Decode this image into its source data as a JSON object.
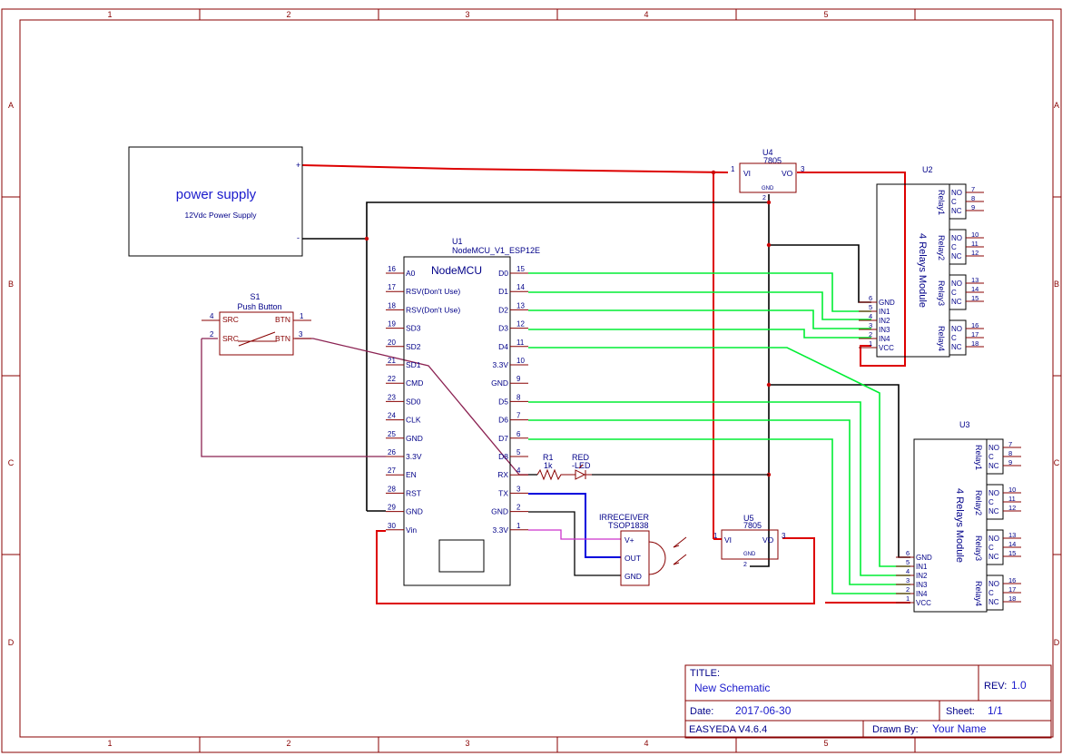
{
  "frame": {
    "columns": [
      "1",
      "2",
      "3",
      "4",
      "5"
    ],
    "rows": [
      "A",
      "B",
      "C",
      "D"
    ]
  },
  "power_supply": {
    "title": "power supply",
    "subtitle": "12Vdc Power Supply",
    "plus": "+",
    "minus": "-"
  },
  "button": {
    "ref": "S1",
    "name": "Push Button",
    "pin_4_num": "4",
    "pin_1_num": "1",
    "pin_2_num": "2",
    "pin_3_num": "3",
    "pin_src_top": "SRC",
    "pin_btn_top": "BTN",
    "pin_src_bot": "SRC",
    "pin_btn_bot": "BTN"
  },
  "mcu": {
    "ref": "U1",
    "part": "NodeMCU_V1_ESP12E",
    "title": "NodeMCU",
    "left_pins": [
      {
        "num": "16",
        "label": "A0"
      },
      {
        "num": "17",
        "label": "RSV(Don't Use)"
      },
      {
        "num": "18",
        "label": "RSV(Don't Use)"
      },
      {
        "num": "19",
        "label": "SD3"
      },
      {
        "num": "20",
        "label": "SD2"
      },
      {
        "num": "21",
        "label": "SD1"
      },
      {
        "num": "22",
        "label": "CMD"
      },
      {
        "num": "23",
        "label": "SD0"
      },
      {
        "num": "24",
        "label": "CLK"
      },
      {
        "num": "25",
        "label": "GND"
      },
      {
        "num": "26",
        "label": "3.3V"
      },
      {
        "num": "27",
        "label": "EN"
      },
      {
        "num": "28",
        "label": "RST"
      },
      {
        "num": "29",
        "label": "GND"
      },
      {
        "num": "30",
        "label": "Vin"
      }
    ],
    "right_pins": [
      {
        "num": "15",
        "label": "D0"
      },
      {
        "num": "14",
        "label": "D1"
      },
      {
        "num": "13",
        "label": "D2"
      },
      {
        "num": "12",
        "label": "D3"
      },
      {
        "num": "11",
        "label": "D4"
      },
      {
        "num": "10",
        "label": "3.3V"
      },
      {
        "num": "9",
        "label": "GND"
      },
      {
        "num": "8",
        "label": "D5"
      },
      {
        "num": "7",
        "label": "D6"
      },
      {
        "num": "6",
        "label": "D7"
      },
      {
        "num": "5",
        "label": "D8"
      },
      {
        "num": "4",
        "label": "RX"
      },
      {
        "num": "3",
        "label": "TX"
      },
      {
        "num": "2",
        "label": "GND"
      },
      {
        "num": "1",
        "label": "3.3V"
      }
    ]
  },
  "reg_u4": {
    "ref": "U4",
    "part": "7805",
    "vi": "VI",
    "vo": "VO",
    "gnd": "GND",
    "pin1": "1",
    "pin2": "2",
    "pin3": "3"
  },
  "reg_u5": {
    "ref": "U5",
    "part": "7805",
    "vi": "VI",
    "vo": "VO",
    "gnd": "GND",
    "pin1": "1",
    "pin2": "2",
    "pin3": "3"
  },
  "resistor": {
    "ref": "R1",
    "value": "1k"
  },
  "led": {
    "ref": "RED",
    "value": "-LED"
  },
  "ir": {
    "ref": "IRRECEIVER",
    "part": "TSOP1838",
    "pins": [
      "V+",
      "OUT",
      "GND"
    ]
  },
  "relay_u2": {
    "ref": "U2",
    "title": "4 Relays Module",
    "pins": [
      {
        "num": "6",
        "label": "GND"
      },
      {
        "num": "5",
        "label": "IN1"
      },
      {
        "num": "4",
        "label": "IN2"
      },
      {
        "num": "3",
        "label": "IN3"
      },
      {
        "num": "2",
        "label": "IN4"
      },
      {
        "num": "1",
        "label": "VCC"
      }
    ],
    "relays": [
      {
        "name": "Relay1",
        "nums": [
          "7",
          "8",
          "9"
        ]
      },
      {
        "name": "Relay2",
        "nums": [
          "10",
          "11",
          "12"
        ]
      },
      {
        "name": "Relay3",
        "nums": [
          "13",
          "14",
          "15"
        ]
      },
      {
        "name": "Relay4",
        "nums": [
          "16",
          "17",
          "18"
        ]
      }
    ],
    "contacts": [
      "NO",
      "C",
      "NC"
    ]
  },
  "relay_u3": {
    "ref": "U3",
    "title": "4 Relays Module",
    "pins": [
      {
        "num": "6",
        "label": "GND"
      },
      {
        "num": "5",
        "label": "IN1"
      },
      {
        "num": "4",
        "label": "IN2"
      },
      {
        "num": "3",
        "label": "IN3"
      },
      {
        "num": "2",
        "label": "IN4"
      },
      {
        "num": "1",
        "label": "VCC"
      }
    ],
    "relays": [
      {
        "name": "Relay1",
        "nums": [
          "7",
          "8",
          "9"
        ]
      },
      {
        "name": "Relay2",
        "nums": [
          "10",
          "11",
          "12"
        ]
      },
      {
        "name": "Relay3",
        "nums": [
          "13",
          "14",
          "15"
        ]
      },
      {
        "name": "Relay4",
        "nums": [
          "16",
          "17",
          "18"
        ]
      }
    ],
    "contacts": [
      "NO",
      "C",
      "NC"
    ]
  },
  "title_block": {
    "title_label": "TITLE:",
    "title_value": "New Schematic",
    "rev_label": "REV:",
    "rev_value": "1.0",
    "date_label": "Date:",
    "date_value": "2017-06-30",
    "sheet_label": "Sheet:",
    "sheet_value": "1/1",
    "tool": "EASYEDA V4.6.4",
    "drawn_label": "Drawn By:",
    "drawn_value": "Your Name"
  },
  "colors": {
    "frame": "#880000",
    "wire_power": "#dd0000",
    "wire_ground": "#000000",
    "wire_signal": "#00ee33",
    "wire_tx": "#0000dd",
    "wire_button": "#8b2252",
    "wire_purple": "#cc33cc",
    "part_text": "#000088",
    "title_text": "#1a1acc"
  }
}
